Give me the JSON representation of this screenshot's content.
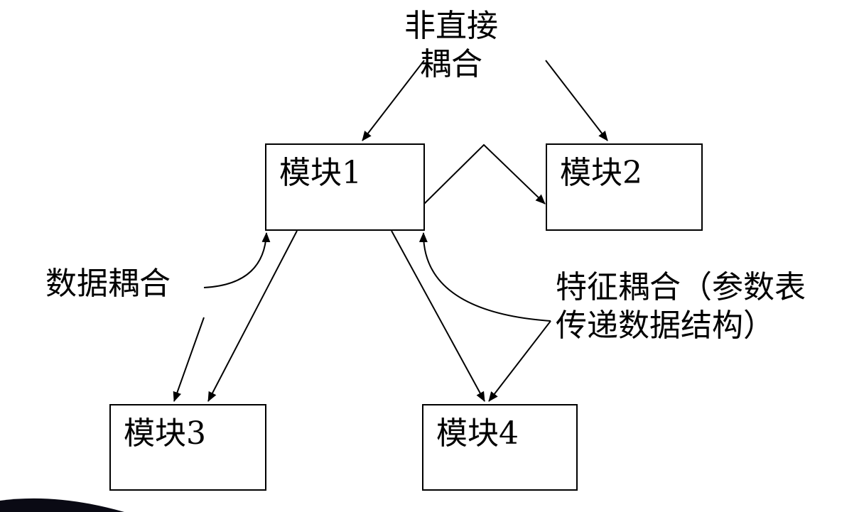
{
  "modules": [
    {
      "id": "m1",
      "label": "模块1"
    },
    {
      "id": "m2",
      "label": "模块2"
    },
    {
      "id": "m3",
      "label": "模块3"
    },
    {
      "id": "m4",
      "label": "模块4"
    }
  ],
  "labels": {
    "indirect_line1": "非直接",
    "indirect_line2": "耦合",
    "data_coupling": "数据耦合",
    "stamp_line1": "特征耦合（参数表",
    "stamp_line2": "传递数据结构）"
  },
  "colors": {
    "line": "#000000",
    "background": "#ffffff",
    "corner_accent": "#0a0a14"
  }
}
